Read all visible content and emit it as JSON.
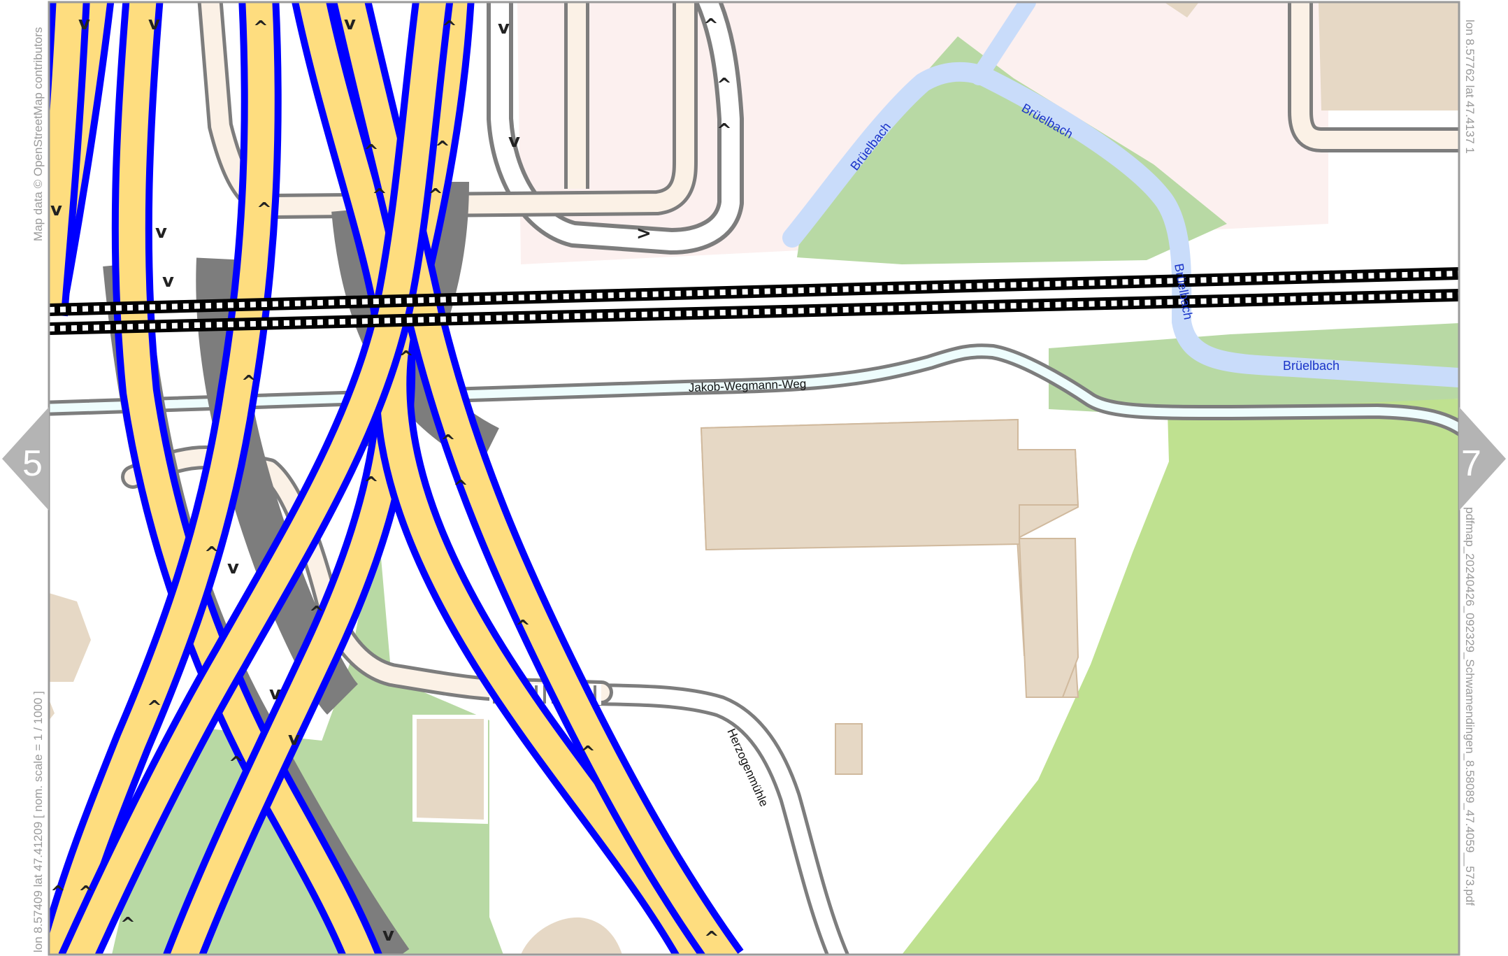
{
  "map": {
    "attribution": "Map data © OpenStreetMap contributors",
    "coord_top_right": "lon 8.57762 lat 47.4137 1",
    "coord_bottom_left": "lon 8.57409 lat 47.41209 [ nom. scale = 1 / 1000 ]",
    "filename": "pdfmap_20240426_092329_Schwamendingen_8.58089_47.4059__573.pdf"
  },
  "labels": {
    "footpath": "Jakob-Wegmann-Weg",
    "service_road": "Herzogenmühle",
    "stream_1": "Brüelbach",
    "stream_2": "Brüelbach",
    "stream_3": "Brüelbach",
    "stream_4": "Brüelbach"
  },
  "navigation": {
    "prev_page": "5",
    "next_page": "7"
  },
  "colors": {
    "motorway_casing": "#0000ff",
    "motorway_fill": "#fedd7f",
    "grass": "#bfe190",
    "park": "#b8d9a4",
    "residential": "#fcf0ef",
    "building": "#e6d8c5",
    "water": "#c9dcfa",
    "rail": "#000000",
    "nav_gray": "#b4b4b4"
  },
  "icons": {
    "prev": "triangle-left-icon",
    "next": "triangle-right-icon",
    "oneway": "oneway-chevron-icon"
  }
}
